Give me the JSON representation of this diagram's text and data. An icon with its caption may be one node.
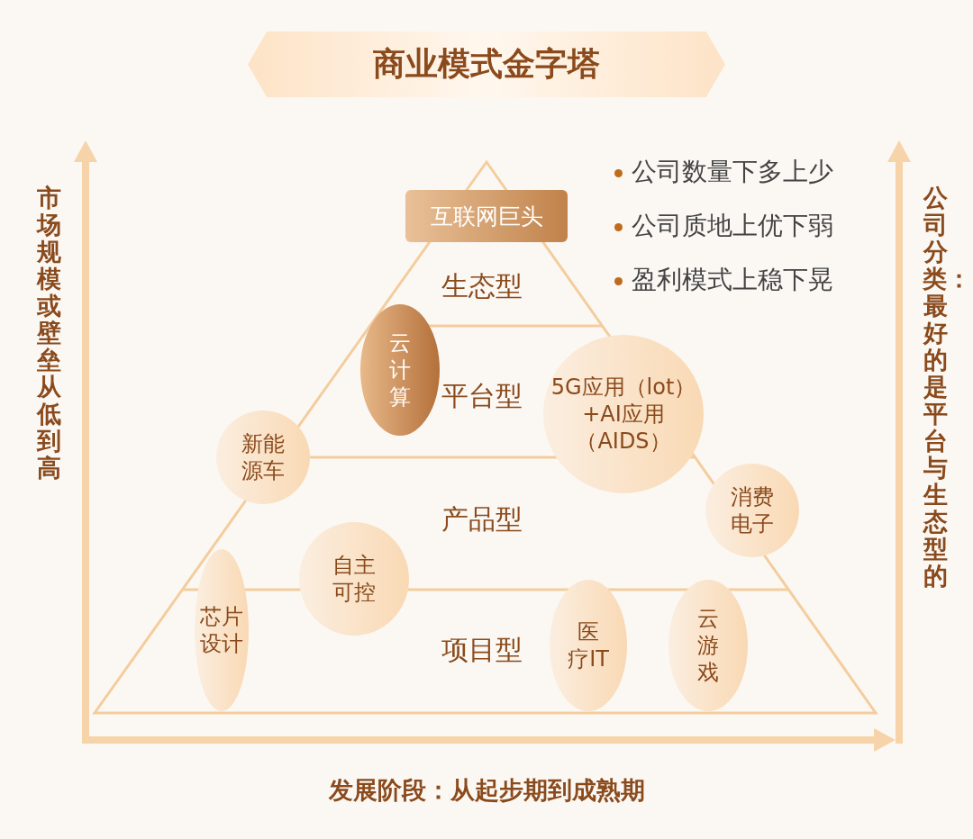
{
  "diagram": {
    "title": "商业模式金字塔",
    "nodes": [
      {
        "text": [
          "互联网巨头"
        ]
      },
      {
        "text": [
          "生态型"
        ]
      },
      {
        "text": [
          "云计算"
        ]
      },
      {
        "text": [
          "平台型"
        ]
      },
      {
        "text": [
          "5G应用（lot）+AI应用（AIDS）"
        ]
      },
      {
        "text": [
          "新能源车"
        ]
      },
      {
        "text": [
          "产品型"
        ]
      },
      {
        "text": [
          "消费电子"
        ]
      },
      {
        "text": [
          "自主可控"
        ]
      },
      {
        "text": [
          "芯片设计"
        ]
      },
      {
        "text": [
          "项目型"
        ]
      },
      {
        "text": [
          "医疗IT"
        ]
      },
      {
        "text": [
          "云游戏"
        ]
      }
    ],
    "edges": [],
    "labels": [
      "市场规模或壁垒从低到高",
      "公司数量下多上少",
      "公司质地上优下弱",
      "盈利模式上稳下晃",
      "公司分类：最好的是平台与生态型的",
      "发展阶段：从起步期到成熟期"
    ]
  }
}
